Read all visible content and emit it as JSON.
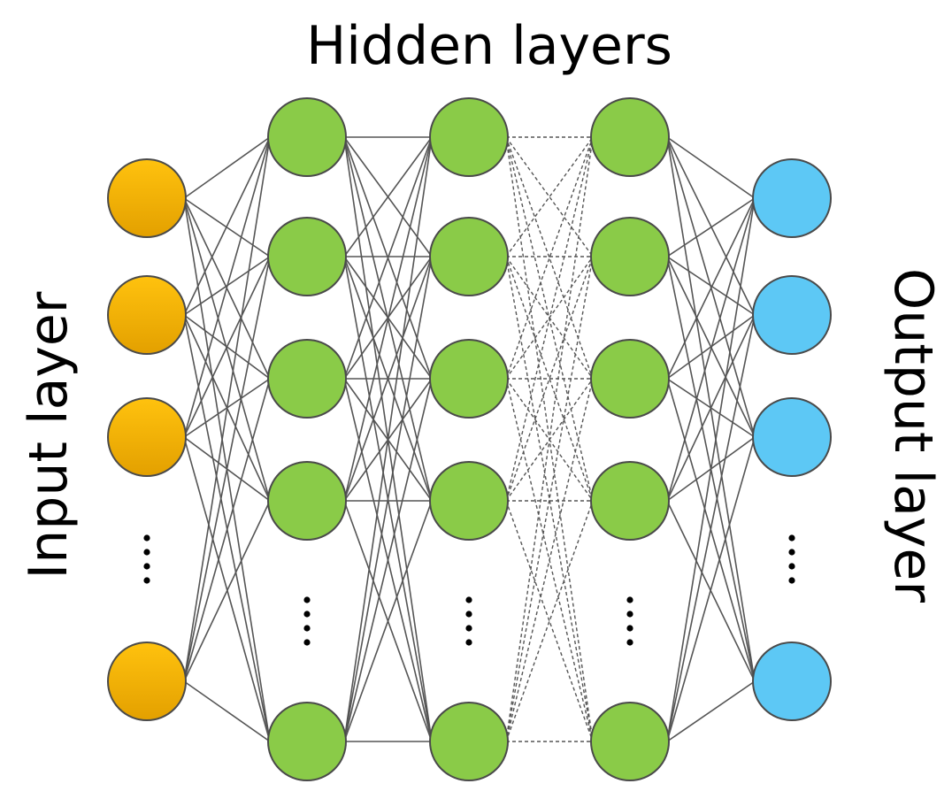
{
  "labels": {
    "hidden": "Hidden layers",
    "input": "Input layer",
    "output": "Output layer"
  },
  "colors": {
    "input_node_top": "#FFC20E",
    "input_node_bottom": "#E3A000",
    "hidden_node": "#8ACB48",
    "output_node": "#5DC8F5",
    "edge": "#555555",
    "node_stroke": "#4a4a4a"
  },
  "layers": [
    {
      "id": "input",
      "kind": "input",
      "nodes": 4,
      "ellipsis_after": 3
    },
    {
      "id": "hidden-1",
      "kind": "hidden",
      "nodes": 5,
      "ellipsis_after": 4
    },
    {
      "id": "hidden-2",
      "kind": "hidden",
      "nodes": 5,
      "ellipsis_after": 4
    },
    {
      "id": "hidden-3",
      "kind": "hidden",
      "nodes": 5,
      "ellipsis_after": 4
    },
    {
      "id": "output",
      "kind": "output",
      "nodes": 4,
      "ellipsis_after": 3
    }
  ],
  "connections": [
    {
      "from": "input",
      "to": "hidden-1",
      "style": "solid"
    },
    {
      "from": "hidden-1",
      "to": "hidden-2",
      "style": "solid"
    },
    {
      "from": "hidden-2",
      "to": "hidden-3",
      "style": "dashed"
    },
    {
      "from": "hidden-3",
      "to": "output",
      "style": "solid"
    }
  ]
}
